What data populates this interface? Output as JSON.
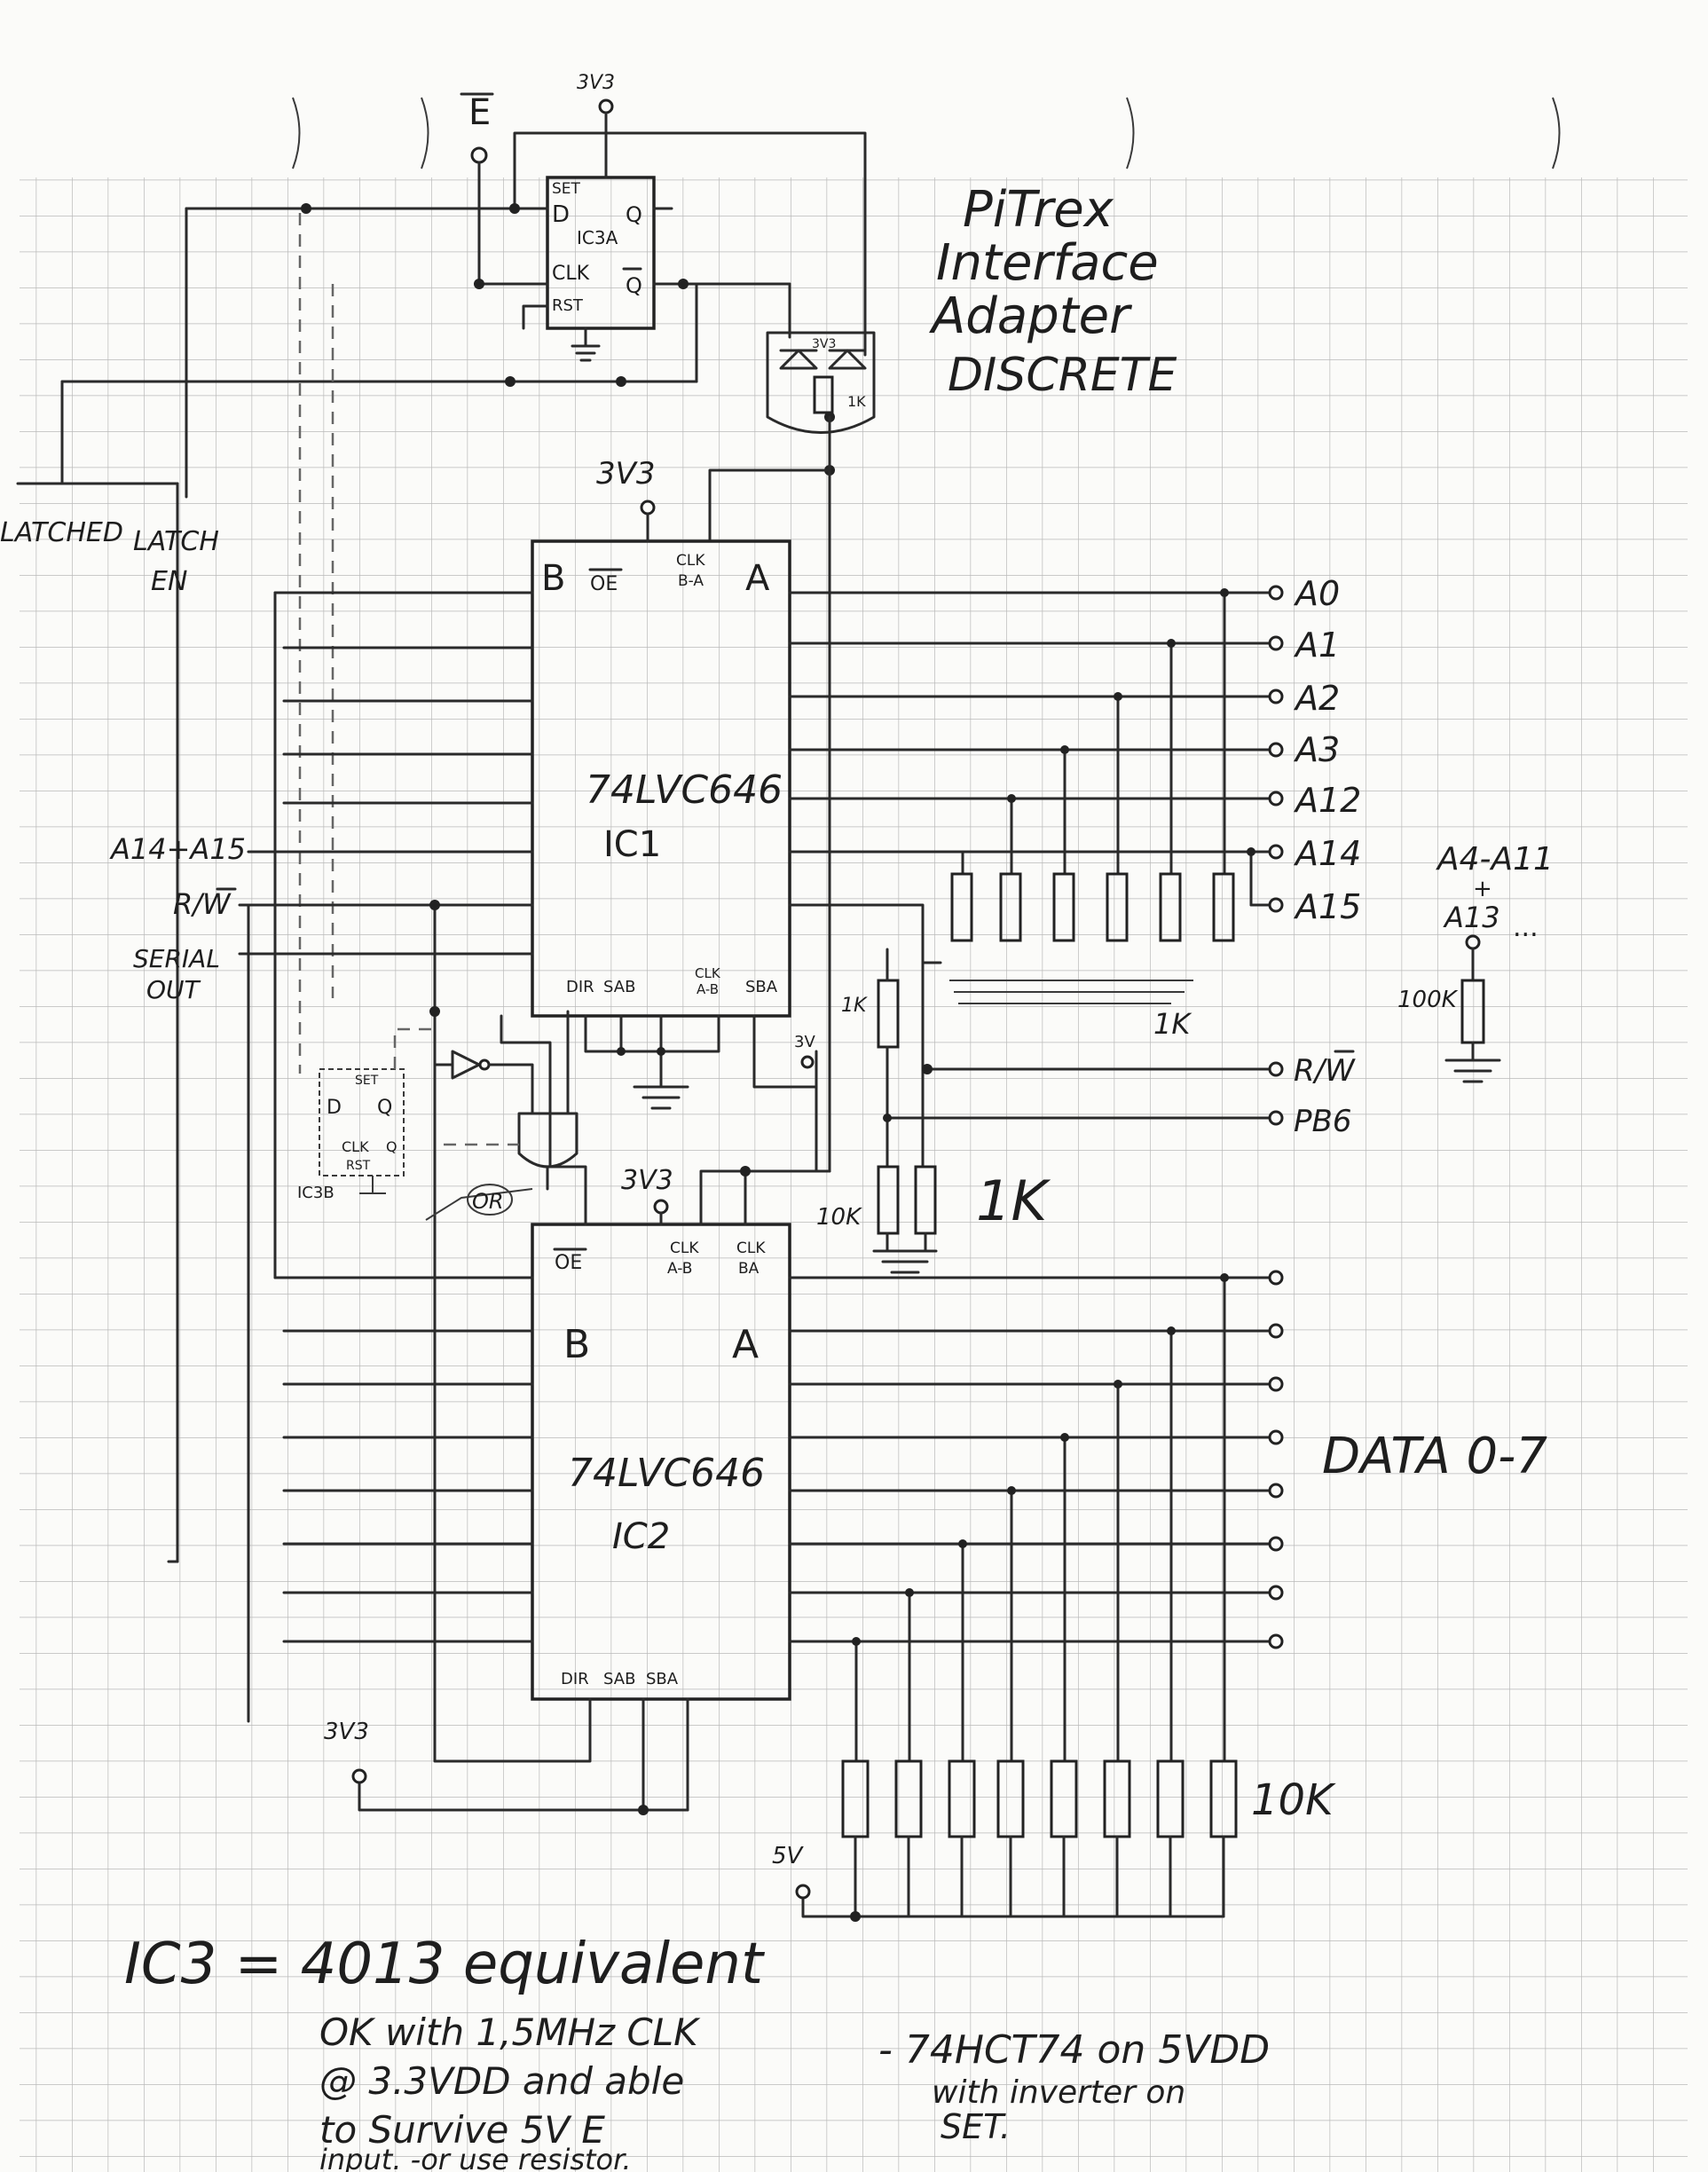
{
  "title": {
    "line1": "PiTrex",
    "line2": "Interface",
    "line3": "Adapter",
    "line4": "DISCRETE"
  },
  "ic3a": {
    "label": "IC3A",
    "set": "SET",
    "d": "D",
    "q": "Q",
    "clk": "CLK",
    "qbar": "Q",
    "rst": "RST",
    "top_supply": "3V3",
    "e_bar": "E"
  },
  "diode_pack": {
    "supply": "3V3",
    "resistor": "1K"
  },
  "ic1": {
    "name": "74LVC646",
    "id": "IC1",
    "supply": "3V3",
    "pin_b": "B",
    "pin_oe": "OE",
    "pin_clk_ba": "CLK\nB-A",
    "pin_a": "A",
    "pin_dir": "DIR",
    "pin_sab": "SAB",
    "pin_clk_ab": "CLK\nA-B",
    "pin_sba": "SBA"
  },
  "ic2": {
    "name": "74LVC646",
    "id": "IC2",
    "supply": "3V3",
    "pin_oe": "OE",
    "pin_clk_ab": "CLK\nA-B",
    "pin_clk_ba": "CLK\nBA",
    "pin_b": "B",
    "pin_a": "A",
    "pin_dir": "DIR",
    "pin_sab": "SAB",
    "pin_sba": "SBA"
  },
  "left_labels": {
    "latched": "LATCHED",
    "latch_en": "LATCH",
    "en": "EN",
    "a14_a15": "A14+A15",
    "rw": "R/W",
    "serial": "SERIAL",
    "out": "OUT"
  },
  "address_outputs": [
    "A0",
    "A1",
    "A2",
    "A3",
    "A12",
    "A14",
    "A15"
  ],
  "address_note": {
    "line1": "A4-A11",
    "plus": "+",
    "line2": "A13",
    "dots": "...",
    "resistor": "100K"
  },
  "resistor_labels": {
    "addr_bank": "1K",
    "rw_1k": "1K",
    "pulldown_10k": "10K",
    "pulldown_1k": "1K",
    "data_bank": "10K"
  },
  "control_outputs": [
    "R/W",
    "PB6"
  ],
  "supplies": {
    "mid_3v3": "3V",
    "ic2_dir_3v3": "3V3",
    "data_5v": "5V"
  },
  "ic3b": {
    "label": "IC3B",
    "set": "SET",
    "d": "D",
    "q": "Q",
    "clk": "CLK",
    "qbar": "Q",
    "rst": "RST",
    "gate": "OR"
  },
  "data_label": "DATA 0-7",
  "notes": {
    "line1": "IC3 = 4013 equivalent",
    "line2": "OK with 1,5MHz CLK",
    "line3": "@ 3.3VDD and able",
    "line4": "to Survive 5V E",
    "line5": "input. -or use resistor.",
    "alt1": "- 74HCT74 on 5VDD",
    "alt2": "with inverter on",
    "alt3": "SET."
  }
}
